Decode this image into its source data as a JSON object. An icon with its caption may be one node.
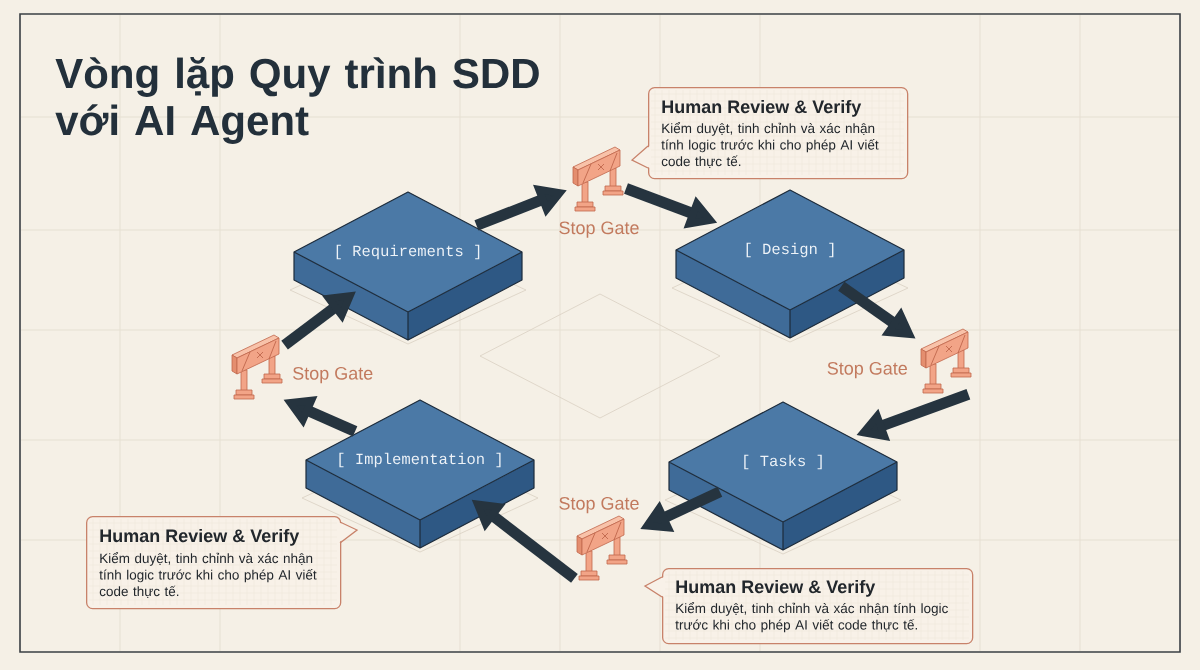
{
  "diagram": {
    "title": "Vòng lặp Quy trình SDD với AI Agent",
    "nodes": [
      {
        "text": [
          "[ Requirements ]"
        ]
      },
      {
        "text": [],
        "shape": "picture",
        "beside": [
          "Stop Gate"
        ]
      },
      {
        "text": [
          "Human Review & Verify",
          "Kiểm duyệt, tinh chỉnh và xác nhận tính logic trước khi cho phép AI viết code thực tế."
        ]
      },
      {
        "text": [
          "[ Design ]"
        ]
      },
      {
        "text": [],
        "shape": "picture",
        "beside": [
          "Stop Gate"
        ]
      },
      {
        "text": [
          "[ Tasks ]"
        ]
      },
      {
        "text": [],
        "shape": "picture",
        "beside": [
          "Stop Gate"
        ]
      },
      {
        "text": [
          "Human Review & Verify",
          "Kiểm duyệt, tinh chỉnh và xác nhận tính logic trước khi cho phép AI viết code thực tế."
        ]
      },
      {
        "text": [
          "[ Implementation ]"
        ]
      },
      {
        "text": [],
        "shape": "picture",
        "beside": [
          "Stop Gate"
        ]
      },
      {
        "text": [
          "Human Review & Verify",
          "Kiểm duyệt, tinh chỉnh và xác nhận tính logic trước khi cho phép AI viết code thực tế."
        ]
      }
    ],
    "edges": [
      {
        "from": 0,
        "to": 1,
        "arrow": "to"
      },
      {
        "from": 1,
        "to": 3,
        "arrow": "to"
      },
      {
        "from": 3,
        "to": 4,
        "arrow": "to"
      },
      {
        "from": 4,
        "to": 5,
        "arrow": "to"
      },
      {
        "from": 5,
        "to": 6,
        "arrow": "to"
      },
      {
        "from": 6,
        "to": 8,
        "arrow": "to"
      },
      {
        "from": 8,
        "to": 9,
        "arrow": "to"
      },
      {
        "from": 9,
        "to": 0,
        "arrow": "to"
      }
    ]
  }
}
